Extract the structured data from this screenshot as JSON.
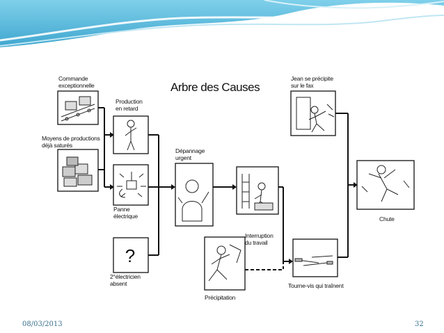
{
  "slide": {
    "title": "Arbre des Causes",
    "date": "08/03/2013",
    "page_number": "32",
    "accent_color": "#5bb6d6"
  },
  "nodes": {
    "commande": "Commande\nexceptionnelle",
    "moyens": "Moyens de productions\ndéjà saturés",
    "production": "Production\nen retard",
    "panne": "Panne\nélectrique",
    "electricien": "2°électricien\nabsent",
    "depannage": "Dépannage\nurgent",
    "interruption": "Interruption\ndu travail",
    "precipitation": "Précipitation",
    "jean": "Jean se précipite\nsur le fax",
    "tournevis": "Tourne-vis qui traînent",
    "chute": "Chute"
  },
  "unknown_box_symbol": "?"
}
